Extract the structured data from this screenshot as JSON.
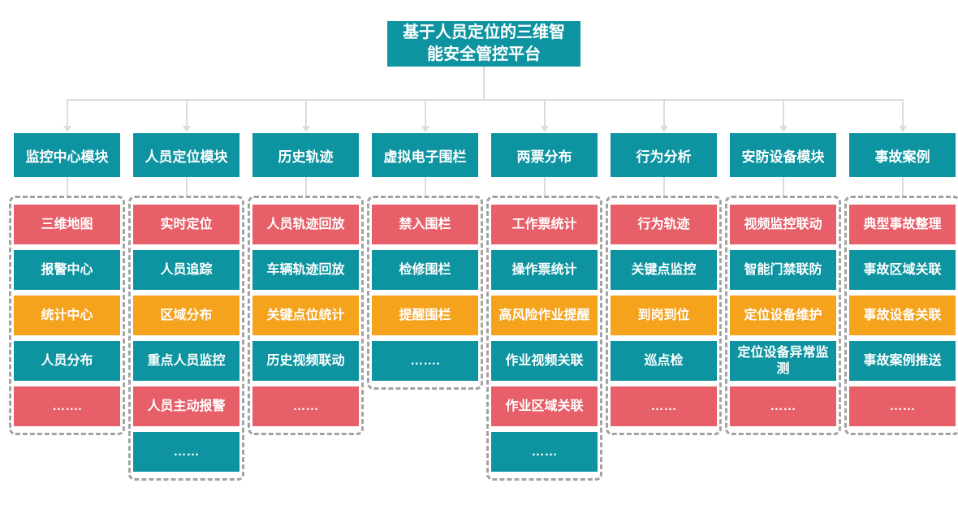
{
  "title": "基于人员定位的三维智能安全管控平台",
  "palette": {
    "teal": "#0D94A0",
    "red": "#E65F69",
    "orange": "#F5A21D",
    "connector": "#DCDCDC",
    "dash_border": "#A3A3A3",
    "text": "#FFFFFF",
    "background": "#FFFFFF"
  },
  "columns": [
    {
      "header": "监控中心模块",
      "items": [
        {
          "label": "三维地图",
          "color": "red"
        },
        {
          "label": "报警中心",
          "color": "teal"
        },
        {
          "label": "统计中心",
          "color": "orange"
        },
        {
          "label": "人员分布",
          "color": "teal"
        },
        {
          "label": "…….",
          "color": "red"
        }
      ]
    },
    {
      "header": "人员定位模块",
      "items": [
        {
          "label": "实时定位",
          "color": "red"
        },
        {
          "label": "人员追踪",
          "color": "teal"
        },
        {
          "label": "区域分布",
          "color": "orange"
        },
        {
          "label": "重点人员监控",
          "color": "teal"
        },
        {
          "label": "人员主动报警",
          "color": "red"
        },
        {
          "label": "……",
          "color": "teal"
        }
      ]
    },
    {
      "header": "历史轨迹",
      "items": [
        {
          "label": "人员轨迹回放",
          "color": "red"
        },
        {
          "label": "车辆轨迹回放",
          "color": "teal"
        },
        {
          "label": "关键点位统计",
          "color": "orange"
        },
        {
          "label": "历史视频联动",
          "color": "teal"
        },
        {
          "label": "……",
          "color": "red"
        }
      ]
    },
    {
      "header": "虚拟电子围栏",
      "items": [
        {
          "label": "禁入围栏",
          "color": "red"
        },
        {
          "label": "检修围栏",
          "color": "teal"
        },
        {
          "label": "提醒围栏",
          "color": "orange"
        },
        {
          "label": "…….",
          "color": "teal"
        }
      ]
    },
    {
      "header": "两票分布",
      "items": [
        {
          "label": "工作票统计",
          "color": "red"
        },
        {
          "label": "操作票统计",
          "color": "teal"
        },
        {
          "label": "高风险作业提醒",
          "color": "orange"
        },
        {
          "label": "作业视频关联",
          "color": "teal"
        },
        {
          "label": "作业区域关联",
          "color": "red"
        },
        {
          "label": "……",
          "color": "teal"
        }
      ]
    },
    {
      "header": "行为分析",
      "items": [
        {
          "label": "行为轨迹",
          "color": "red"
        },
        {
          "label": "关键点监控",
          "color": "teal"
        },
        {
          "label": "到岗到位",
          "color": "orange"
        },
        {
          "label": "巡点检",
          "color": "teal"
        },
        {
          "label": "……",
          "color": "red"
        }
      ]
    },
    {
      "header": "安防设备模块",
      "items": [
        {
          "label": "视频监控联动",
          "color": "red"
        },
        {
          "label": "智能门禁联防",
          "color": "teal"
        },
        {
          "label": "定位设备维护",
          "color": "orange"
        },
        {
          "label": "定位设备异常监测",
          "color": "teal"
        },
        {
          "label": "……",
          "color": "red"
        }
      ]
    },
    {
      "header": "事故案例",
      "items": [
        {
          "label": "典型事故整理",
          "color": "red"
        },
        {
          "label": "事故区域关联",
          "color": "teal"
        },
        {
          "label": "事故设备关联",
          "color": "orange"
        },
        {
          "label": "事故案例推送",
          "color": "teal"
        },
        {
          "label": "……",
          "color": "red"
        }
      ]
    }
  ]
}
